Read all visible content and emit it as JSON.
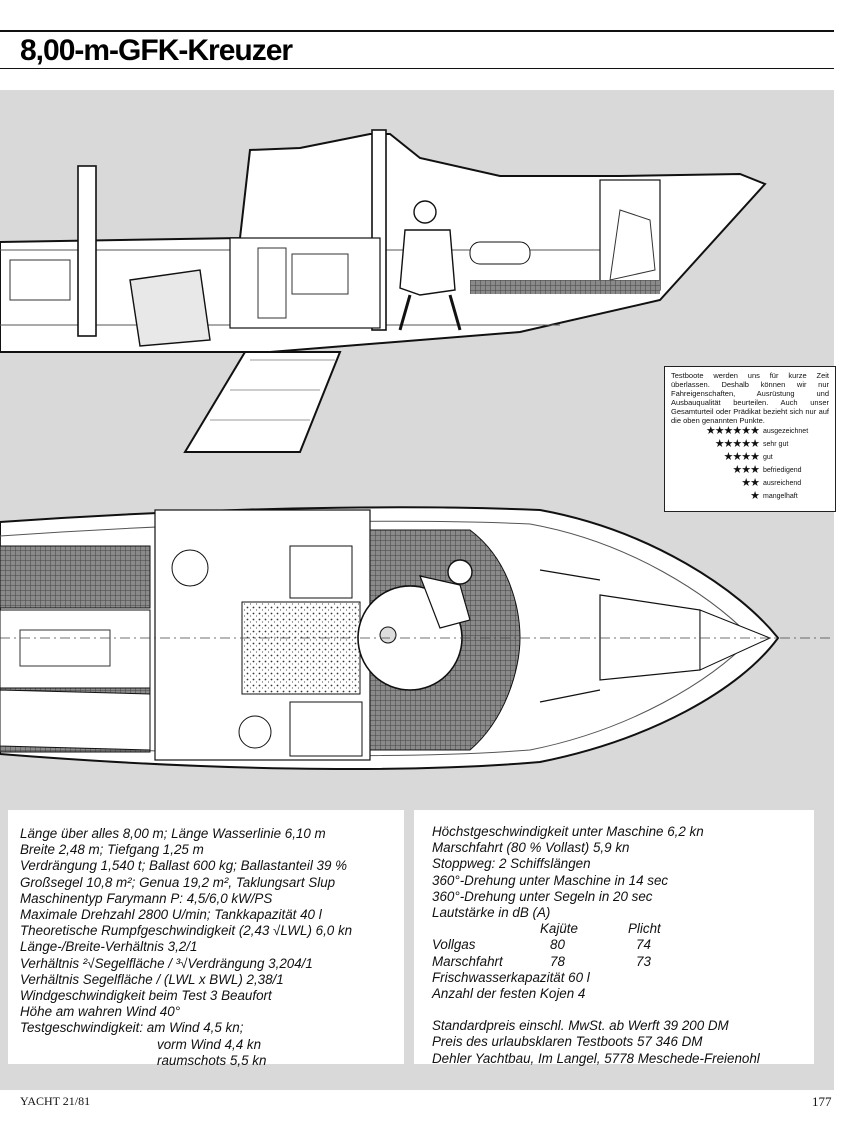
{
  "header": {
    "title": "8,00-m-GFK-Kreuzer"
  },
  "infobox": {
    "text": "Testboote werden uns für kurze Zeit überlassen. Deshalb können wir nur Fahreigenschaften, Ausrüstung und Ausbauqualität beurteilen. Auch unser Gesamturteil oder Prädikat bezieht sich nur auf die oben genannten Punkte.",
    "ratings": [
      {
        "stars": "★★★★★★",
        "label": "ausgezeichnet"
      },
      {
        "stars": "★★★★★",
        "label": "sehr gut"
      },
      {
        "stars": "★★★★",
        "label": "gut"
      },
      {
        "stars": "★★★",
        "label": "befriedigend"
      },
      {
        "stars": "★★",
        "label": "ausreichend"
      },
      {
        "stars": "★",
        "label": "mangelhaft"
      }
    ]
  },
  "specs_left": [
    "Länge über alles 8,00 m; Länge Wasserlinie 6,10 m",
    "Breite 2,48 m; Tiefgang 1,25 m",
    "Verdrängung 1,540 t; Ballast 600 kg; Ballastanteil 39 %",
    "Großsegel 10,8 m²; Genua 19,2 m², Taklungsart Slup",
    "Maschinentyp Farymann P: 4,5/6,0 kW/PS",
    "Maximale Drehzahl 2800 U/min; Tankkapazität 40 l",
    "Theoretische Rumpfgeschwindigkeit (2,43 √LWL) 6,0 kn",
    "Länge-/Breite-Verhältnis 3,2/1",
    "Verhältnis ²√Segelfläche / ³√Verdrängung 3,204/1",
    "Verhältnis Segelfläche / (LWL x BWL) 2,38/1",
    "Windgeschwindigkeit beim Test 3 Beaufort",
    "Höhe am wahren Wind 40°",
    "Testgeschwindigkeit: am Wind 4,5 kn;"
  ],
  "specs_left_indent": [
    "vorm Wind 4,4 kn",
    "raumschots 5,5 kn"
  ],
  "specs_right": [
    "Höchstgeschwindigkeit unter Maschine 6,2 kn",
    "Marschfahrt (80 % Vollast) 5,9 kn",
    "Stoppweg: 2 Schiffslängen",
    "360°-Drehung unter Maschine in 14 sec",
    "360°-Drehung unter Segeln in 20 sec",
    "Lautstärke in dB (A)"
  ],
  "noise_table": {
    "headers": [
      "",
      "Kajüte",
      "Plicht"
    ],
    "rows": [
      [
        "Vollgas",
        "80",
        "74"
      ],
      [
        "Marschfahrt",
        "78",
        "73"
      ]
    ]
  },
  "specs_right_2": [
    "Frischwasserkapazität 60 l",
    "Anzahl der festen Kojen 4"
  ],
  "specs_right_3": [
    "Standardpreis einschl. MwSt. ab Werft 39 200 DM",
    "Preis des urlaubsklaren Testboots 57 346 DM",
    "Dehler Yachtbau, Im Langel, 5778 Meschede-Freienohl"
  ],
  "footer": {
    "left": "YACHT 21/81",
    "right": "177"
  }
}
